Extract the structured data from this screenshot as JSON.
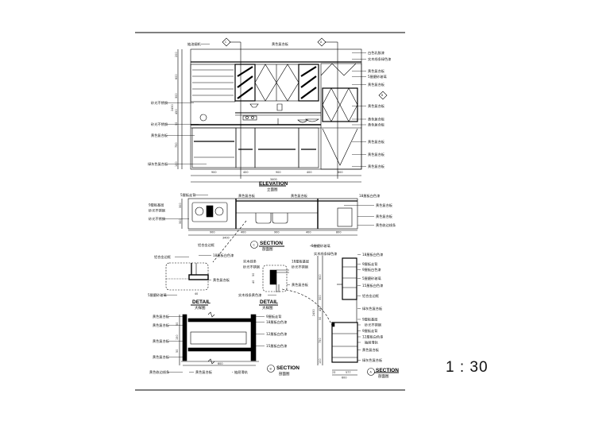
{
  "scale": "1 : 30",
  "elevation": {
    "title": "ELEVATION",
    "subtitle": "立面图",
    "marker_labels": [
      "C",
      "A",
      "B"
    ],
    "labels_top": [
      "抽油烟机",
      "黄色复合板"
    ],
    "labels_left": [
      "砂光不锈钢",
      "砂光不锈钢",
      "黄色复合板",
      "绿灰色复合板"
    ],
    "labels_right": [
      "白色乳胶漆",
      "实木线条绿色漆",
      "黄色复合板",
      "5厘磨砂玻璃",
      "黄色复合板",
      "黄色复合板",
      "黄色复合板",
      "黄色复合板",
      "黄色复合板",
      "黄色复合板",
      "黄色复合板"
    ],
    "dims_bottom": [
      "900",
      "400",
      "900",
      "400",
      "800"
    ],
    "dim_total": "3400",
    "dims_left": [
      "200",
      "600",
      "300",
      "450",
      "50",
      "750",
      "100"
    ],
    "dim_left_total": "2450"
  },
  "section_c": {
    "title": "SECTION",
    "subtitle": "剖面图",
    "marker": "C",
    "labels": [
      "5厘板走背",
      "9厘板基层",
      "砂光不锈钢",
      "砂光不锈钢",
      "黄色复合板",
      "黄色复合板",
      "18厘板白色漆",
      "黄色复合板",
      "黄色复合板",
      "黄色收边线条",
      "铝合金边框",
      "5厘磨砂玻璃"
    ],
    "dims_bottom": [
      "900",
      "400",
      "900",
      "400",
      "800"
    ],
    "dim_total": "3400",
    "dims_left": [
      "300",
      "300"
    ]
  },
  "detail_1": {
    "title": "DETAIL",
    "subtitle": "大样图",
    "labels": [
      "铝合金边框",
      "18厘板白色漆",
      "黄色复合板",
      "5厘磨砂玻璃"
    ],
    "dim": "40"
  },
  "detail_2": {
    "title": "DETAIL",
    "subtitle": "大样图",
    "labels": [
      "实木线条",
      "砂光不锈钢",
      "18厘板基层",
      "砂光不锈钢",
      "黄色复合板",
      "实木线条黄色漆"
    ],
    "dims": [
      "50",
      "40"
    ]
  },
  "section_b": {
    "title": "SECTION",
    "subtitle": "剖面图",
    "marker": "B",
    "labels_left": [
      "黄色复合板",
      "黄色复合板",
      "黄色复合板",
      "黄色复合板",
      "黄色收边线条"
    ],
    "labels_right": [
      "9厘板走背",
      "18厘板白色漆",
      "12厘板白色漆",
      "15厘板白色漆"
    ],
    "labels_bottom": [
      "黄色复合板",
      "抽屉滑轨"
    ],
    "dims": [
      "50",
      "150",
      "50",
      "600"
    ]
  },
  "section_a": {
    "title": "SECTION",
    "subtitle": "剖面图",
    "marker": "A",
    "labels": [
      "实木线条绿色漆",
      "18厘板白色漆",
      "9厘板走背",
      "9厘板白色漆",
      "5厘磨砂玻璃",
      "15厘板白色漆",
      "铝合金边框",
      "绿灰色复合板",
      "9厘板基层",
      "砂光不锈钢",
      "9厘板走背",
      "12厘板白色漆",
      "抽屉滑轨",
      "黄色复合板",
      "绿灰色复合板"
    ],
    "dims_left": [
      "600",
      "300",
      "450",
      "50",
      "750",
      "100"
    ],
    "dim_left_total": "2450",
    "dims_bottom": [
      "23",
      "577"
    ],
    "dim_total": "600"
  }
}
